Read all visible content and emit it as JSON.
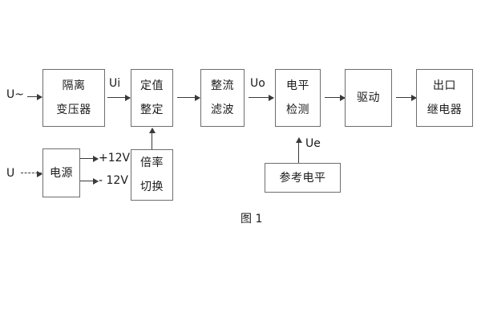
{
  "figure": {
    "caption": "图 1",
    "colors": {
      "background": "#ffffff",
      "box_border": "#6e6e6e",
      "line": "#3a3a3a",
      "text": "#1b1b1b"
    }
  },
  "inputs": [
    {
      "id": "ac-input",
      "label": "U~"
    },
    {
      "id": "dc-input",
      "label": "U"
    }
  ],
  "signals": [
    {
      "id": "ui",
      "label": "Ui"
    },
    {
      "id": "uo",
      "label": "Uo"
    },
    {
      "id": "ue",
      "label": "Ue"
    }
  ],
  "rails": [
    {
      "id": "pos-rail",
      "label": "+12V"
    },
    {
      "id": "neg-rail",
      "label": "- 12V"
    }
  ],
  "blocks": {
    "isolation_transformer": {
      "lines": [
        "隔离",
        "变压器"
      ]
    },
    "setpoint_adjust": {
      "lines": [
        "定值",
        "整定"
      ]
    },
    "rectify_filter": {
      "lines": [
        "整流",
        "滤波"
      ]
    },
    "level_detect": {
      "lines": [
        "电平",
        "检测"
      ]
    },
    "drive": {
      "lines": [
        "驱动"
      ]
    },
    "output_relay": {
      "lines": [
        "出口",
        "继电器"
      ]
    },
    "power_supply": {
      "lines": [
        "电源"
      ]
    },
    "multiplier_switch": {
      "lines": [
        "倍率",
        "切换"
      ]
    },
    "reference_level": {
      "lines": [
        "参考电平"
      ]
    }
  }
}
